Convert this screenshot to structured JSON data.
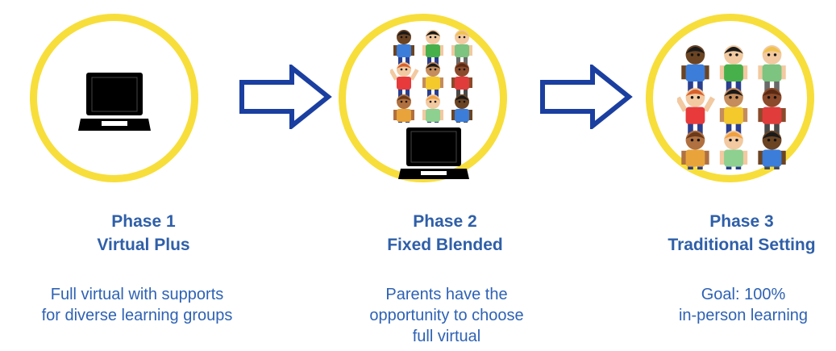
{
  "colors": {
    "circle_border": "#F7DE3A",
    "arrow_outline": "#1B3FA0",
    "title_text": "#2F5FA8",
    "body_text": "#2E62B4"
  },
  "phases": [
    {
      "number_label": "Phase 1",
      "name": "Virtual Plus",
      "description_lines": [
        "Full virtual with supports",
        "for diverse learning groups"
      ],
      "icons": [
        "laptop-icon"
      ]
    },
    {
      "number_label": "Phase 2",
      "name": "Fixed Blended",
      "description_lines": [
        "Parents have the",
        "opportunity to choose",
        "full virtual"
      ],
      "icons": [
        "children-group-icon",
        "laptop-icon"
      ]
    },
    {
      "number_label": "Phase 3",
      "name": "Traditional Setting",
      "description_lines": [
        "Goal: 100%",
        "in-person learning"
      ],
      "icons": [
        "children-group-icon"
      ]
    }
  ],
  "connectors": [
    "right-arrow-icon",
    "right-arrow-icon"
  ]
}
